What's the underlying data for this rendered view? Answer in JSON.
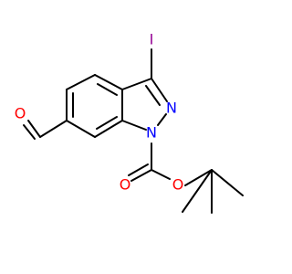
{
  "molecule": {
    "colors": {
      "bond": "#000000",
      "carbon": "#000000",
      "oxygen": "#ff0000",
      "nitrogen": "#0000ff",
      "iodine": "#940094"
    },
    "atoms": {
      "iodine": "I",
      "n2": "N",
      "n1": "N",
      "aldehyde_o": "O",
      "carbonyl_o": "O",
      "ester_o": "O"
    }
  }
}
